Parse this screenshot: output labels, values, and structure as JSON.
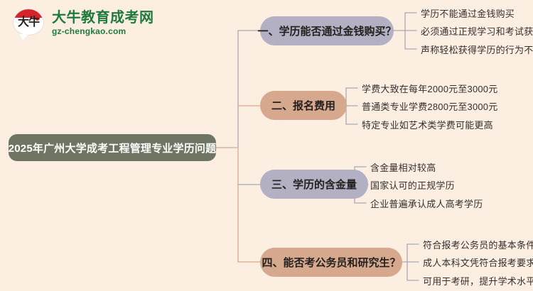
{
  "page": {
    "background_color": "#fdeee2",
    "type": "mindmap"
  },
  "logo": {
    "mark_text": "大牛",
    "title": "大牛教育成考网",
    "subtitle": "gz-chengkao.com",
    "brand_color": "#1f7a3d",
    "accent_color": "#d6232a"
  },
  "mindmap": {
    "root": {
      "label": "2025年广州大学成考工程管理专业学历问题",
      "fill": "#6f7563",
      "text_color": "#ffffff"
    },
    "branches": [
      {
        "label": "一、学历能否通过金钱购买？",
        "fill": "#b2b0c2",
        "children": [
          "学历不能通过金钱购买",
          "必须通过正规学习和考试获得",
          "声称轻松获得学历的行为不可信"
        ]
      },
      {
        "label": "二、报名费用",
        "fill": "#d6a98e",
        "children": [
          "学费大致在每年2000元至3000元",
          "普通类专业学费2800元至3000元",
          "特定专业如艺术类学费可能更高"
        ]
      },
      {
        "label": "三、学历的含金量",
        "fill": "#b2b0c2",
        "children": [
          "含金量相对较高",
          "国家认可的正规学历",
          "企业普遍承认成人高考学历"
        ]
      },
      {
        "label": "四、能否考公务员和研究生？",
        "fill": "#d6a98e",
        "children": [
          "符合报考公务员的基本条件",
          "成人本科文凭符合报考要求",
          "可用于考研，提升学术水平"
        ]
      }
    ],
    "connector_colors": {
      "trunk": "#d9a98c",
      "purple": "#a9a7ba"
    }
  }
}
